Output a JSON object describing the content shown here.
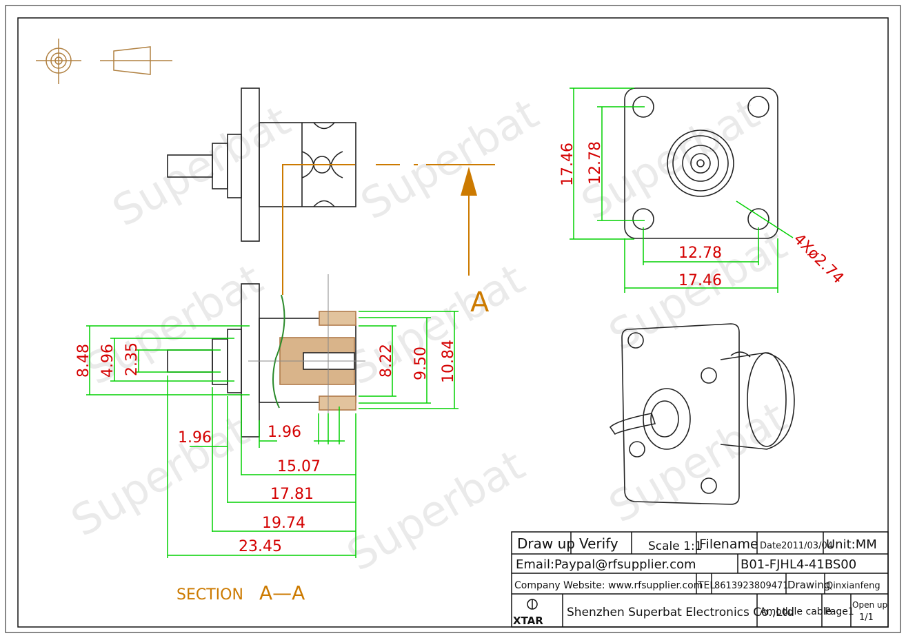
{
  "watermark": "Superbat",
  "section_title": "SECTION",
  "section_letters": "A—A",
  "section_marker": "A",
  "colors": {
    "outline": "#222222",
    "dimension": "#00d000",
    "text": "#d40000",
    "section": "#cc7a00",
    "hatch": "#b07a4a"
  },
  "side_dims": {
    "d1": "8.48",
    "d2": "4.96",
    "d3": "2.35",
    "d4": "8.22",
    "d5": "9.50",
    "d6": "10.84"
  },
  "bottom_dims": {
    "a": "1.96",
    "b": "1.96",
    "c": "15.07",
    "d": "17.81",
    "e": "19.74",
    "f": "23.45"
  },
  "front_dims": {
    "height_outer": "17.46",
    "height_inner": "12.78",
    "width_inner": "12.78",
    "width_outer": "17.46",
    "holes": "4Xø2.74"
  },
  "title_block": {
    "draw_up": "Draw up",
    "verify": "Verify",
    "scale": "Scale 1:1",
    "filename": "Filename",
    "date": "Date2011/03/04",
    "unit": "Unit:MM",
    "email": "Email:Paypal@rfsupplier.com",
    "part_no": "B01-FJHL4-41BS00",
    "website": "Company Website:  www.rfsupplier.com",
    "tel_label": "TEL",
    "tel": "8613923809471",
    "drawing_label": "Drawing",
    "drawer": "Qinxianfeng",
    "logo": "XTAR",
    "company": "Shenzhen Superbat Electronics Co.,Ltd",
    "product": "Amodule cable",
    "page": "Page1",
    "open": "Open up",
    "open_no": "1/1"
  }
}
